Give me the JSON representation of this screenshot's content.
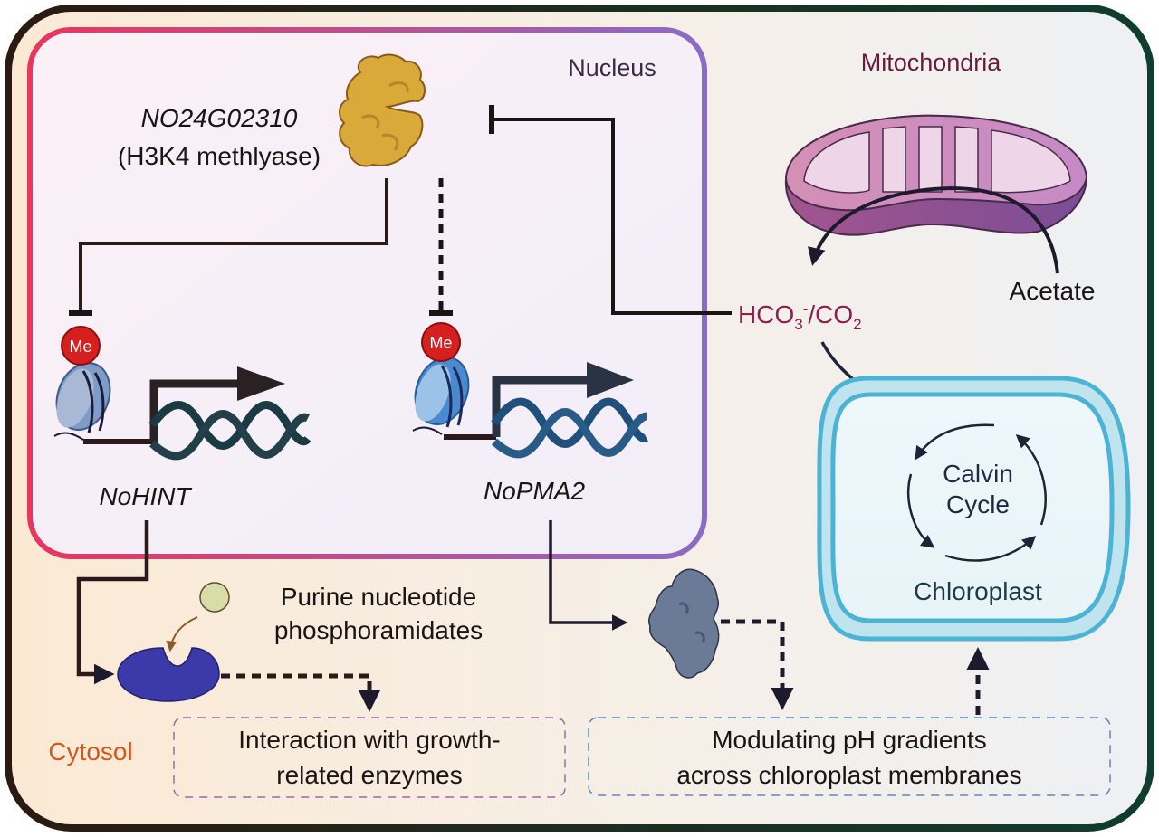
{
  "compartments": {
    "nucleus": "Nucleus",
    "mitochondria": "Mitochondria",
    "cytosol": "Cytosol",
    "chloroplast": "Chloroplast"
  },
  "enzyme": {
    "name": "NO24G02310",
    "description": "(H3K4 methlyase)"
  },
  "genes": {
    "left": "NoHINT",
    "right": "NoPMA2"
  },
  "marks": {
    "methyl_left": "Me",
    "methyl_right": "Me"
  },
  "metabolites": {
    "bicarbonate_prefix": "HCO",
    "bicarbonate_sub": "3",
    "bicarbonate_sup": "-",
    "bicarbonate_sep": "/CO",
    "bicarbonate_sub2": "2",
    "acetate": "Acetate",
    "calvin_line1": "Calvin",
    "calvin_line2": "Cycle",
    "purine_line1": "Purine nucleotide",
    "purine_line2": "phosphoramidates"
  },
  "outcomes": {
    "growth_line1": "Interaction with growth-",
    "growth_line2": "related enzymes",
    "ph_line1": "Modulating pH gradients",
    "ph_line2": "across chloroplast membranes"
  },
  "colors": {
    "nucleus_border_start": "#e8365e",
    "nucleus_border_end": "#8a6cc4",
    "outer_border_left": "#2a1a12",
    "outer_border_right": "#0f3d2e",
    "methyl_red": "#d62020",
    "enzyme_gold": "#d9a93a",
    "hint_protein": "#3b3aa8",
    "pma2_protein": "#6b7a96",
    "chloroplast_blue": "#4bb3d6",
    "mito_purple": "#a2558f",
    "cytosol_label": "#d2591c",
    "bicarbonate_label": "#8b1f4f"
  }
}
